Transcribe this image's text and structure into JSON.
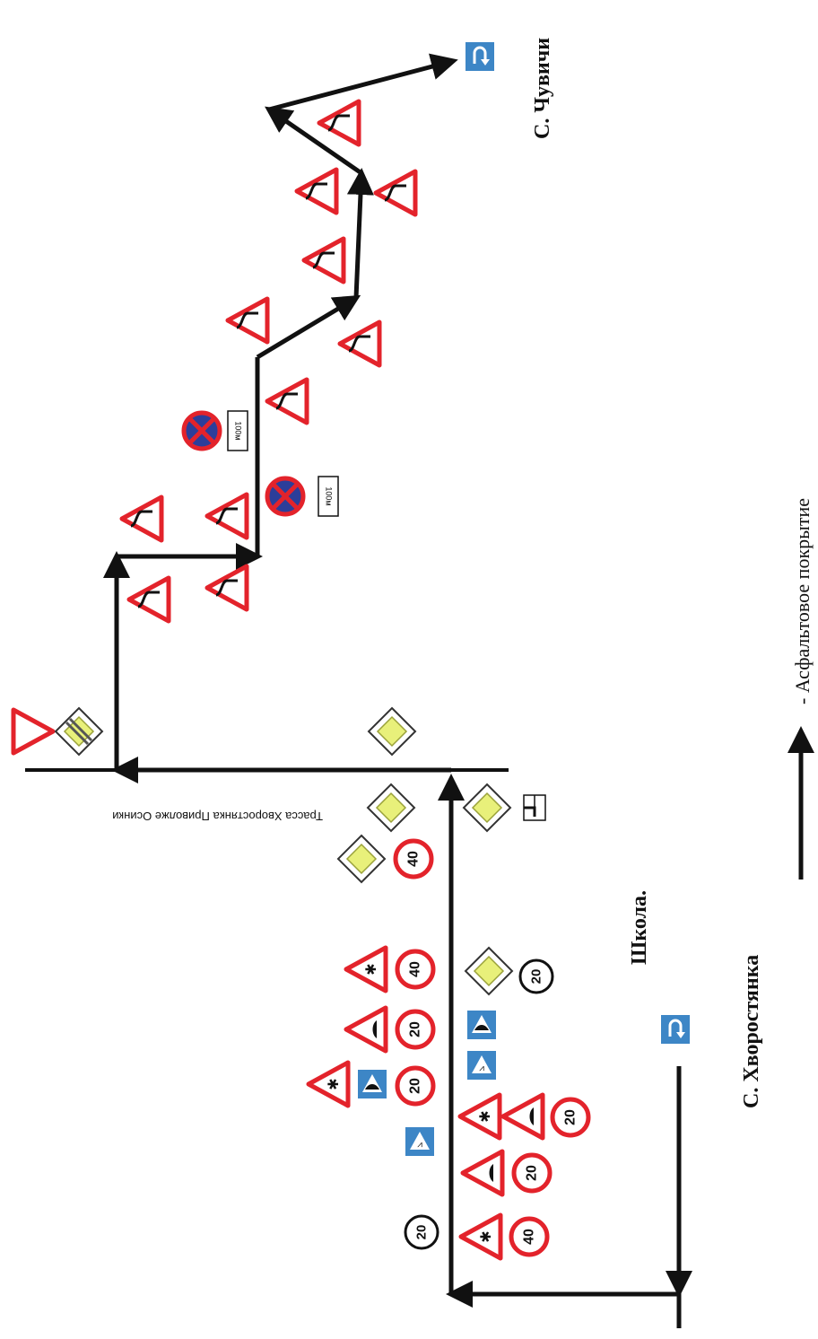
{
  "labels": {
    "village_top": "С. Чувичи",
    "village_bottom": "С. Хворостянка",
    "school": "Школа.",
    "highway": "Трасса Хворостянка Приволже Осинки",
    "legend": "- Асфальтовое покрытие"
  },
  "plates": {
    "plate_1": "100м",
    "plate_2": "100м"
  },
  "speed_limits": {
    "s40": "40",
    "s20": "20"
  },
  "colors": {
    "road": "#111111",
    "sign_red": "#e3232b",
    "sign_blue": "#3d86c6",
    "sign_yellow": "#e8f07a",
    "no_stopping_blue": "#2c3e9a"
  }
}
